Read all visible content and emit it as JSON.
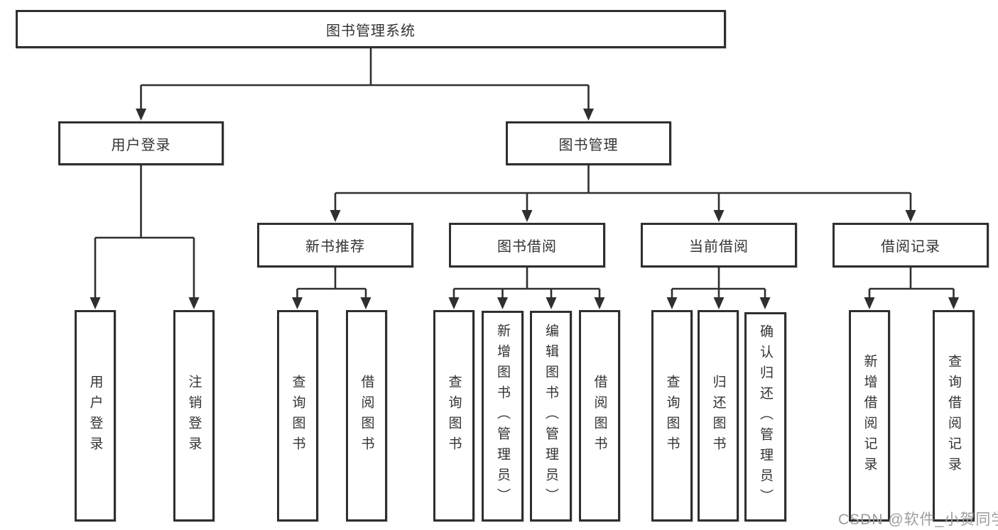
{
  "diagram_title": "图书管理系统",
  "nodes": {
    "root": {
      "label": "图书管理系统"
    },
    "user_login": {
      "label": "用户登录"
    },
    "book_management": {
      "label": "图书管理"
    },
    "new_book_recommend": {
      "label": "新书推荐"
    },
    "book_borrowing": {
      "label": "图书借阅"
    },
    "current_borrowing": {
      "label": "当前借阅"
    },
    "borrowing_records": {
      "label": "借阅记录"
    },
    "leaf_user_login": {
      "label": "用户登录"
    },
    "leaf_logout": {
      "label": "注销登录"
    },
    "leaf_recommend_query_books": {
      "label": "查询图书"
    },
    "leaf_recommend_borrow_books": {
      "label": "借阅图书"
    },
    "leaf_borrow_query_books": {
      "label": "查询图书"
    },
    "leaf_borrow_add_books": {
      "label": "新增图书（管理员）"
    },
    "leaf_borrow_edit_books": {
      "label": "编辑图书（管理员）"
    },
    "leaf_borrow_borrow_books": {
      "label": "借阅图书"
    },
    "leaf_current_query_books": {
      "label": "查询图书"
    },
    "leaf_current_return_books": {
      "label": "归还图书"
    },
    "leaf_current_confirm_return": {
      "label": "确认归还（管理员）"
    },
    "leaf_records_add_record": {
      "label": "新增借阅记录"
    },
    "leaf_records_query_record": {
      "label": "查询借阅记录"
    }
  },
  "watermark": "CSDN @软件_小贺同学",
  "colors": {
    "line": "#2f2f2f",
    "box_border": "#2f2f2f",
    "box_fill": "#ffffff",
    "text": "#333333",
    "watermark": "#9d9da1",
    "background": "#ffffff"
  }
}
